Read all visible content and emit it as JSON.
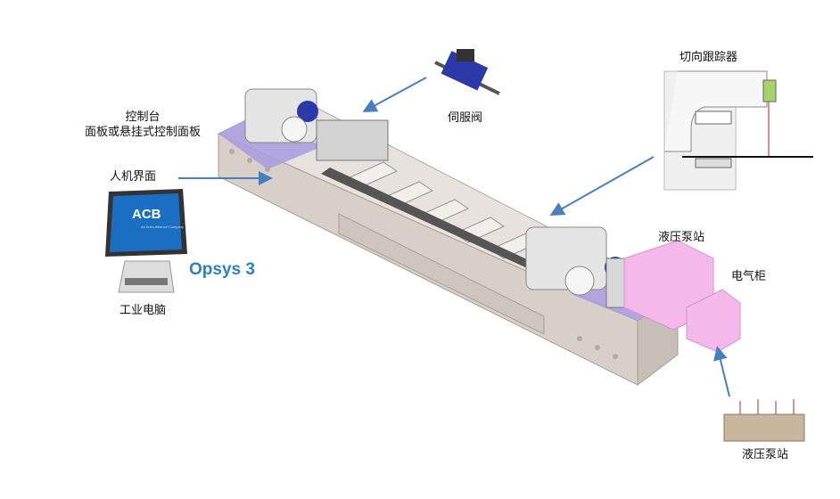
{
  "labels": {
    "console": "控制台",
    "console_sub": "面板或悬挂式控制面板",
    "hmi": "人机界面",
    "servo_valve": "伺服阀",
    "tangential_tracker": "切向跟踪器",
    "hydraulic_station": "液压泵站",
    "electrical_cabinet": "电气柜",
    "hydraulic_station_bottom": "液压泵站",
    "industrial_pc": "工业电脑",
    "software": "Opsys 3"
  },
  "monitor_logo": {
    "brand": "ACB",
    "tagline": "An Aries Alliance Company"
  },
  "colors": {
    "arrow": "#4a7fbf",
    "frame": "#d8cfc9",
    "frame_end": "#a99be0",
    "cabinet": "#f5b8ea",
    "text_accent": "#2f7ec0"
  }
}
